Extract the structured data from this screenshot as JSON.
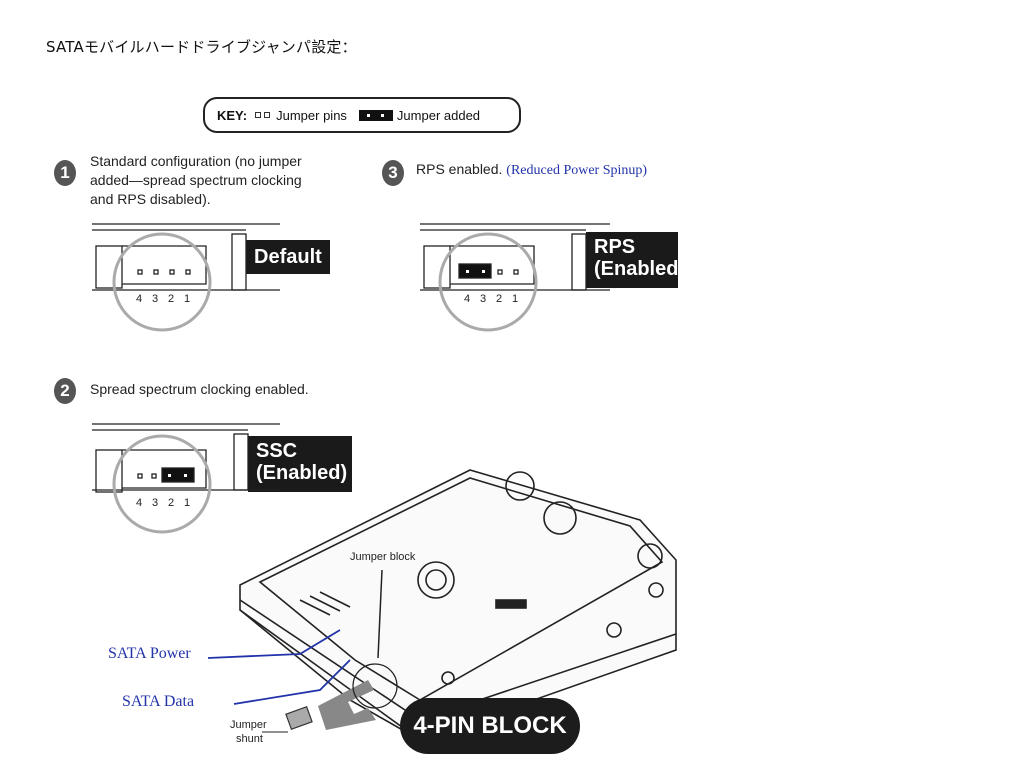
{
  "title": "SATAモバイルハードドライブジャンパ設定：",
  "key": {
    "label": "KEY:",
    "pins_label": "Jumper pins",
    "added_label": "Jumper added"
  },
  "steps": [
    {
      "num": "1",
      "text_lines": [
        "Standard configuration (no jumper",
        "added—spread spectrum clocking",
        "and RPS disabled)."
      ],
      "tag_lines": [
        "Default"
      ],
      "jumper": "none"
    },
    {
      "num": "2",
      "text_lines": [
        "Spread spectrum clocking enabled."
      ],
      "tag_lines": [
        "SSC",
        "(Enabled)"
      ],
      "jumper": "pins-1-2"
    },
    {
      "num": "3",
      "text": "RPS enabled.",
      "text_blue": "(Reduced Power Spinup)",
      "tag_lines": [
        "RPS",
        "(Enabled)"
      ],
      "jumper": "pins-3-4"
    }
  ],
  "pin_numbers": [
    "4",
    "3",
    "2",
    "1"
  ],
  "labels": {
    "jumper_block": "Jumper block",
    "sata_power": "SATA  Power",
    "sata_data": "SATA Data",
    "jumper_shunt_1": "Jumper",
    "jumper_shunt_2": "shunt",
    "pin_block": "4-PIN BLOCK"
  }
}
